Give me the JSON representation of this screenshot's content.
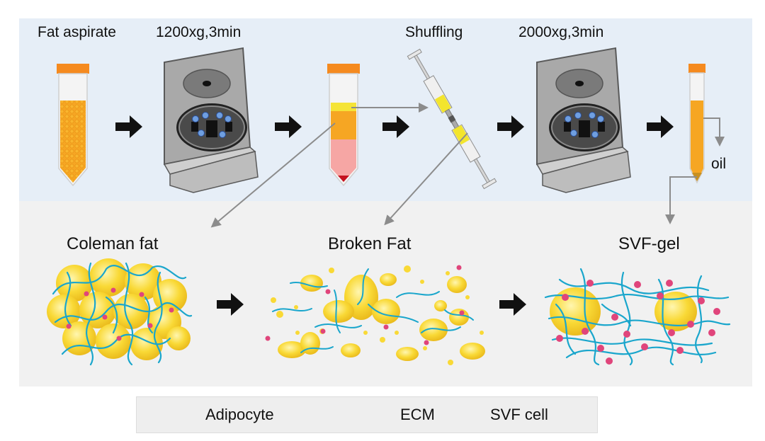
{
  "steps": {
    "fat_aspirate": "Fat aspirate",
    "spin_1": "1200xg,3min",
    "shuffling": "Shuffling",
    "spin_2": "2000xg,3min",
    "oil": "oil"
  },
  "products": {
    "coleman_fat": "Coleman fat",
    "broken_fat": "Broken Fat",
    "svf_gel": "SVF-gel"
  },
  "legend": {
    "adipocyte": "Adipocyte",
    "ecm": "ECM",
    "svf_cell": "SVF cell"
  },
  "colors": {
    "adipocyte": "#f9d936",
    "ecm": "#1aa6cc",
    "svf_cell": "#e0457b",
    "fat_orange": "#f6a623",
    "cap_orange": "#f58a1f"
  }
}
